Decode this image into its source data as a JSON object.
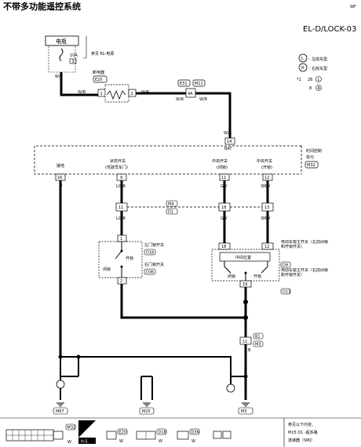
{
  "header": {
    "title": "不带多功能遥控系统",
    "code": "EL-D/LOCK-03",
    "sheet": "WF"
  },
  "legend": {
    "lh_mark": "L",
    "lh_text": ": 左舵车型",
    "rh_mark": "R",
    "rh_text": ": 右舵车型",
    "note_star": "*1",
    "note_a": "28",
    "note_l": "L",
    "note_b": "8",
    "note_r": "R"
  },
  "battery": {
    "label": "电瓶",
    "fuse": "10A",
    "fuse_no": "3",
    "wire": "W/B",
    "ref": "参见 EL-电源"
  },
  "breaker": {
    "label": "断电器",
    "conn": "E20",
    "pin1": "1",
    "pin2": "2",
    "wire_l": "W/B",
    "wire_r": "W/R"
  },
  "inline": {
    "c1": "E31",
    "c2": "M11",
    "pin": "4A",
    "wire": "W/R"
  },
  "timer": {
    "name": "时间控制",
    "name2": "单元",
    "conn": "M32",
    "bat_pin": "14",
    "bat_label": "BAT",
    "bat_wire": "W/R"
  },
  "channels": {
    "ground": {
      "label": "接地",
      "pin": "16",
      "wire": "B"
    },
    "status": {
      "label": "状态开关",
      "sub": "(驾驶员车门)",
      "pin": "9",
      "wire": "LG/R"
    },
    "central_lock": {
      "label": "中央开关",
      "sub": "(闭锁)",
      "pin": "11",
      "wire": "G/Y"
    },
    "central_unlock": {
      "label": "中央开关",
      "sub": "(开锁)",
      "pin": "12",
      "wire": "BR/Y"
    }
  },
  "inline2": {
    "c1": "M4",
    "c2": "D1",
    "pin_a": "11",
    "pin_b": "18",
    "pin_c": "13",
    "wire_a": "LG/R",
    "wire_b": "G/Y",
    "wire_c": "BR/Y"
  },
  "door_switch": {
    "name_l": "左门锁开关",
    "conn_l": "D18",
    "name_r": "右门锁开关",
    "conn_r": "D36",
    "unlock": "开锁",
    "lock": "闭锁",
    "pin_top": "1",
    "pin_bot": "2"
  },
  "power_window": {
    "title": "电动车窗主开关（左前闭锁和开锁开关）",
    "conn_l": "D9",
    "title_r": "电动车窗主开关（右前闭锁和开锁开关）",
    "conn_r": "D13",
    "mid": "中间位置",
    "lock": "闭锁",
    "unlock": "开锁",
    "pin_a": "18",
    "pin_b": "12",
    "pin_c": "19"
  },
  "ground_section": {
    "c1": "B1",
    "c2": "M3",
    "pin": "11",
    "wire": "B",
    "g1": "M67",
    "g2": "M25",
    "g3": "M3"
  },
  "footer": {
    "ref_line1": "参见以下内容。",
    "ref_line2": "M15 D1 -超多路",
    "ref_line3": "连接器（SMJ）",
    "c1": "M32",
    "c1_color": "W",
    "hs": "H.S.",
    "c2": "E20",
    "c2_color": "W",
    "c3": "D18",
    "c3_color": "W",
    "c4": "D36",
    "c4_color": "W"
  }
}
